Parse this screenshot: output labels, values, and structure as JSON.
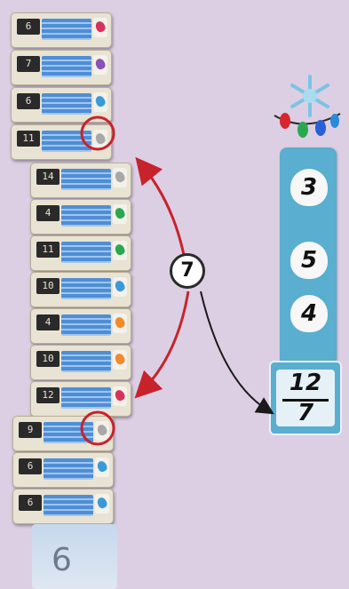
{
  "stack_top": [
    {
      "number": "6",
      "icon": "heart-piece-icon",
      "icon_color": "#d8325a"
    },
    {
      "number": "7",
      "icon": "purple-piece-icon",
      "icon_color": "#8a4fb8"
    },
    {
      "number": "6",
      "icon": "blue-piece-icon",
      "icon_color": "#3a9ad8"
    },
    {
      "number": "11",
      "icon": "gray-piece-icon",
      "icon_color": "#a8a8a8"
    }
  ],
  "stack_middle": [
    {
      "number": "14",
      "icon": "gray-piece-icon",
      "icon_color": "#a8a8a8"
    },
    {
      "number": "4",
      "icon": "green-piece-icon",
      "icon_color": "#2aa84f"
    },
    {
      "number": "11",
      "icon": "green-piece-icon",
      "icon_color": "#2aa84f"
    },
    {
      "number": "10",
      "icon": "blue-piece-icon",
      "icon_color": "#3a9ad8"
    },
    {
      "number": "4",
      "icon": "orange-piece-icon",
      "icon_color": "#f08a2a"
    },
    {
      "number": "10",
      "icon": "orange-piece-icon",
      "icon_color": "#f08a2a"
    },
    {
      "number": "12",
      "icon": "heart-piece-icon",
      "icon_color": "#d8325a"
    }
  ],
  "stack_bottom": [
    {
      "number": "9",
      "icon": "gray-piece-icon",
      "icon_color": "#a8a8a8"
    },
    {
      "number": "6",
      "icon": "blue-piece-icon",
      "icon_color": "#3a9ad8"
    },
    {
      "number": "6",
      "icon": "blue-piece-icon",
      "icon_color": "#3a9ad8"
    }
  ],
  "deck_bottom_number": "6",
  "center_badge": "7",
  "panel": {
    "values": [
      "3",
      "5",
      "4"
    ],
    "fraction": {
      "numerator": "12",
      "denominator": "7"
    }
  },
  "colors": {
    "background": "#dccfe3",
    "arrow_red": "#c8222c",
    "arrow_black": "#1a1a1a",
    "panel_blue": "#5aaecf"
  }
}
